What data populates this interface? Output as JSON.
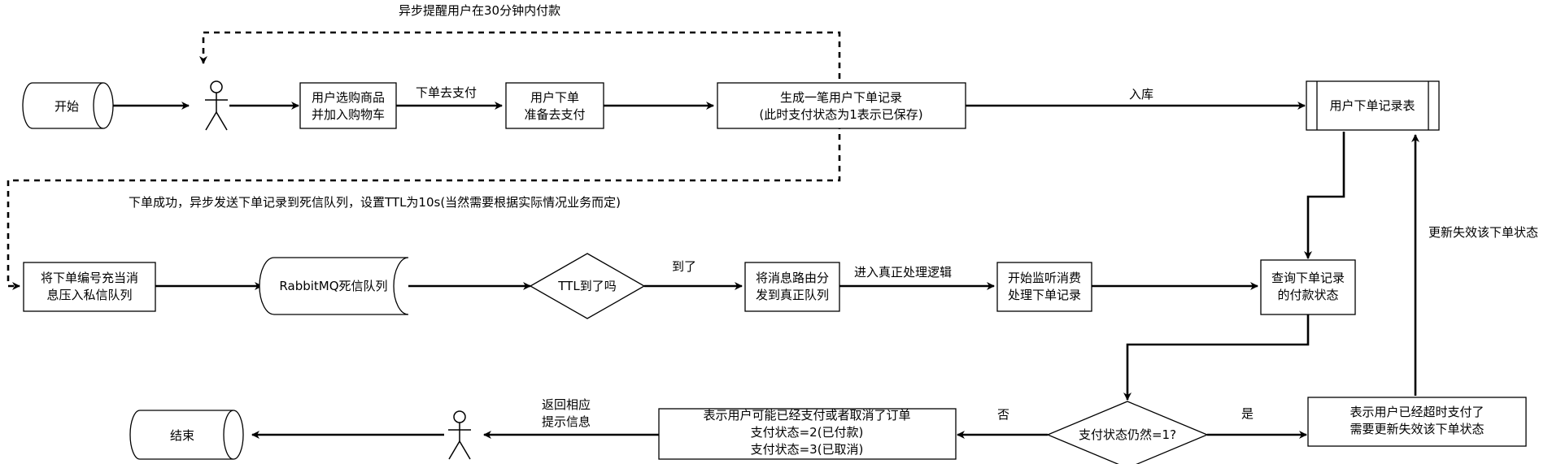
{
  "nodes": {
    "start": "开始",
    "select_goods": [
      "用户选购商品",
      "并加入购物车"
    ],
    "place_order": [
      "用户下单",
      "准备去支付"
    ],
    "create_record": [
      "生成一笔用户下单记录",
      "(此时支付状态为1表示已保存)"
    ],
    "order_table": "用户下单记录表",
    "push_private_queue": [
      "将下单编号充当消",
      "息压入私信队列"
    ],
    "dead_letter_queue": "RabbitMQ死信队列",
    "ttl_check": "TTL到了吗",
    "route_real_queue": [
      "将消息路由分",
      "发到真正队列"
    ],
    "listen_consume": [
      "开始监听消费",
      "处理下单记录"
    ],
    "query_status": [
      "查询下单记录",
      "的付款状态"
    ],
    "status_still_one": "支付状态仍然=1?",
    "timeout_box": [
      "表示用户已经超时支付了",
      "需要更新失效该下单状态"
    ],
    "paid_or_cancelled": [
      "表示用户可能已经支付或者取消了订单",
      "支付状态=2(已付款)",
      "支付状态=3(已取消)"
    ],
    "end": "结束"
  },
  "edges": {
    "async_remind": "异步提醒用户在30分钟内付款",
    "go_pay": "下单去支付",
    "store": "入库",
    "order_success_async": "下单成功，异步发送下单记录到死信队列，设置TTL为10s(当然需要根据实际情况业务而定)",
    "arrived": "到了",
    "enter_real_logic": "进入真正处理逻辑",
    "update_invalid": "更新失效该下单状态",
    "yes": "是",
    "no": "否",
    "return_hint": [
      "返回相应",
      "提示信息"
    ]
  }
}
